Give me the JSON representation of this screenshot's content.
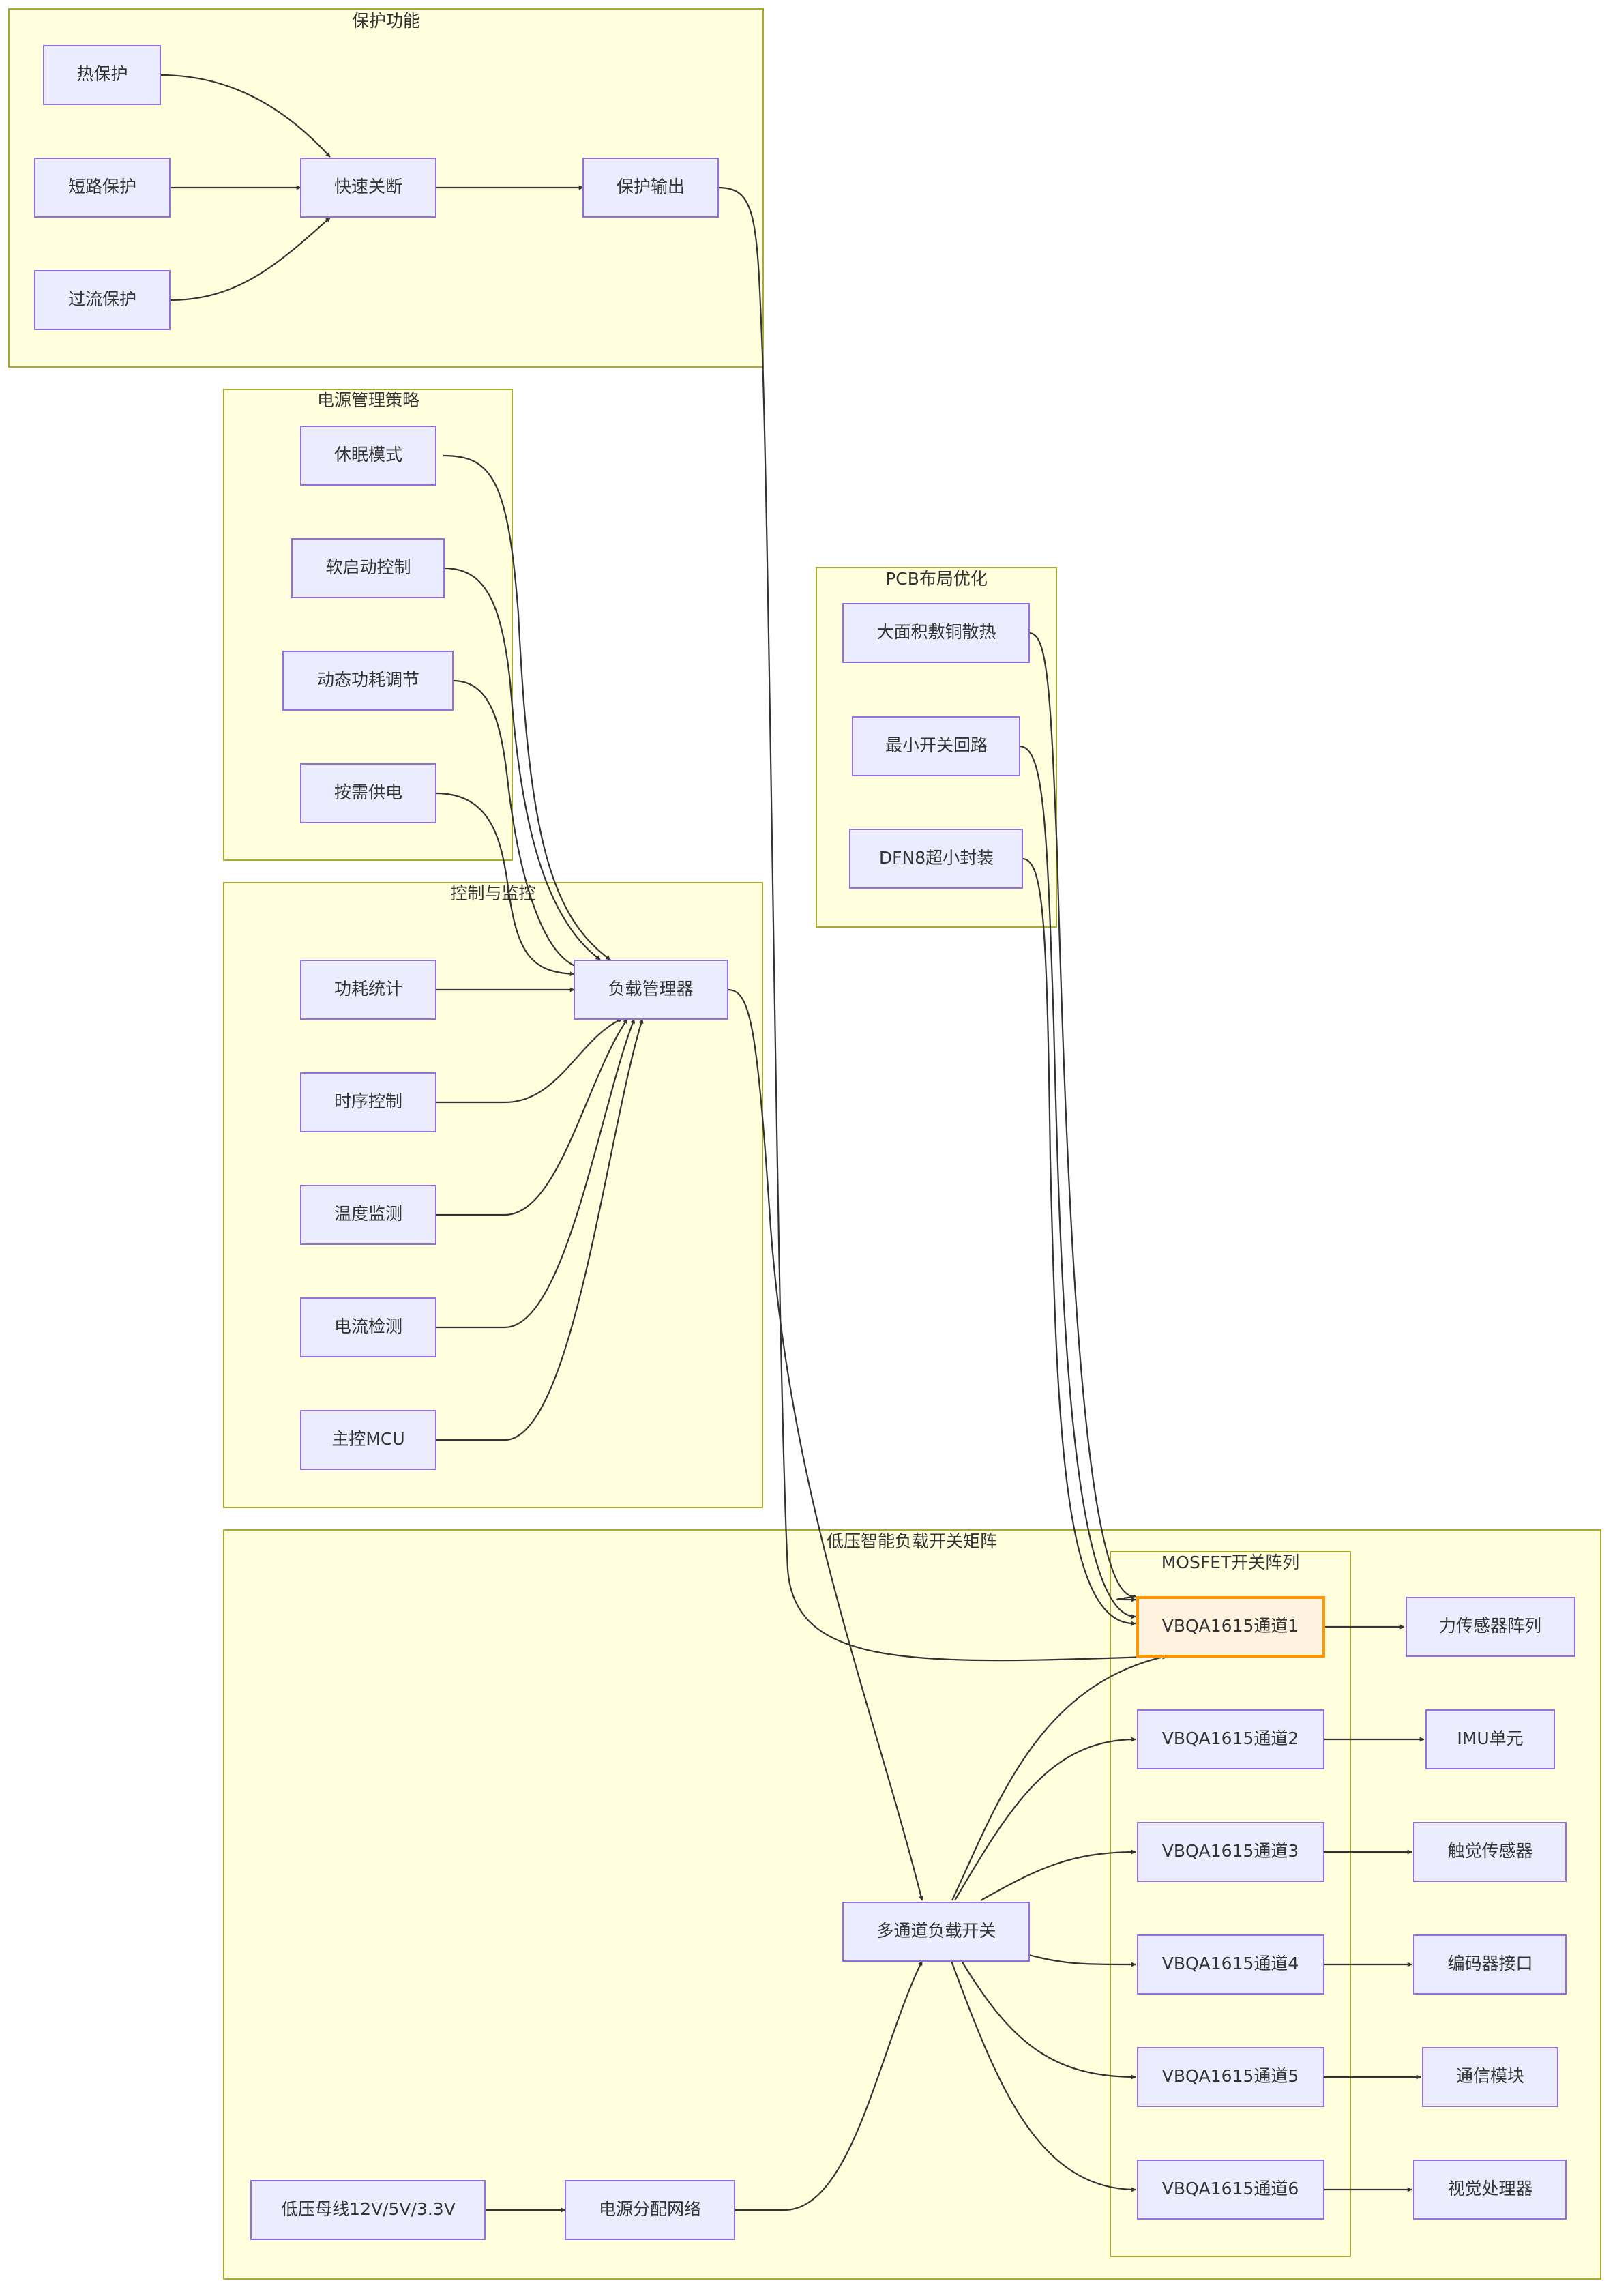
{
  "clusters": {
    "protect": "保护功能",
    "power_mgmt": "电源管理策略",
    "pcb": "PCB布局优化",
    "control": "控制与监控",
    "matrix": "低压智能负载开关矩阵",
    "mosfet": "MOSFET开关阵列"
  },
  "nodes": {
    "thermal": "热保护",
    "short": "短路保护",
    "overcurrent": "过流保护",
    "fast_off": "快速关断",
    "protect_out": "保护输出",
    "sleep": "休眠模式",
    "softstart": "软启动控制",
    "dynamic": "动态功耗调节",
    "ondemand": "按需供电",
    "copper": "大面积敷铜散热",
    "loop": "最小开关回路",
    "dfn8": "DFN8超小封装",
    "power_stat": "功耗统计",
    "timing": "时序控制",
    "temp": "温度监测",
    "current": "电流检测",
    "mcu": "主控MCU",
    "load_mgr": "负载管理器",
    "bus": "低压母线12V/5V/3.3V",
    "distrib": "电源分配网络",
    "multi": "多通道负载开关",
    "ch1": "VBQA1615通道1",
    "ch2": "VBQA1615通道2",
    "ch3": "VBQA1615通道3",
    "ch4": "VBQA1615通道4",
    "ch5": "VBQA1615通道5",
    "ch6": "VBQA1615通道6",
    "force": "力传感器阵列",
    "imu": "IMU单元",
    "touch": "触觉传感器",
    "encoder": "编码器接口",
    "comm": "通信模块",
    "vision": "视觉处理器"
  },
  "edges": [
    [
      "thermal",
      "fast_off"
    ],
    [
      "short",
      "fast_off"
    ],
    [
      "overcurrent",
      "fast_off"
    ],
    [
      "fast_off",
      "protect_out"
    ],
    [
      "protect_out",
      "ch1"
    ],
    [
      "sleep",
      "load_mgr"
    ],
    [
      "softstart",
      "load_mgr"
    ],
    [
      "dynamic",
      "load_mgr"
    ],
    [
      "ondemand",
      "load_mgr"
    ],
    [
      "power_stat",
      "load_mgr"
    ],
    [
      "timing",
      "load_mgr"
    ],
    [
      "temp",
      "load_mgr"
    ],
    [
      "current",
      "load_mgr"
    ],
    [
      "mcu",
      "load_mgr"
    ],
    [
      "load_mgr",
      "multi"
    ],
    [
      "copper",
      "ch1"
    ],
    [
      "loop",
      "ch1"
    ],
    [
      "dfn8",
      "ch1"
    ],
    [
      "bus",
      "distrib"
    ],
    [
      "distrib",
      "multi"
    ],
    [
      "multi",
      "ch1"
    ],
    [
      "multi",
      "ch2"
    ],
    [
      "multi",
      "ch3"
    ],
    [
      "multi",
      "ch4"
    ],
    [
      "multi",
      "ch5"
    ],
    [
      "multi",
      "ch6"
    ],
    [
      "ch1",
      "force"
    ],
    [
      "ch2",
      "imu"
    ],
    [
      "ch3",
      "touch"
    ],
    [
      "ch4",
      "encoder"
    ],
    [
      "ch5",
      "comm"
    ],
    [
      "ch6",
      "vision"
    ]
  ],
  "colors": {
    "cluster_fill": "#ffffde",
    "cluster_stroke": "#aaaa33",
    "node_fill": "#ececff",
    "node_stroke": "#9370db",
    "highlight_fill": "#fff3e0",
    "highlight_stroke": "#ff9800",
    "edge": "#333333"
  }
}
